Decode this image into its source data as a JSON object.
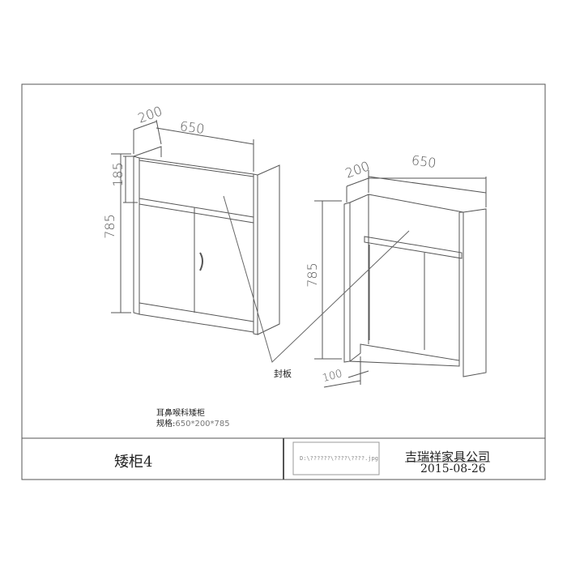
{
  "drawing": {
    "left_cabinet": {
      "width_label": "650",
      "depth_label": "200",
      "height_label": "785",
      "top_label": "185"
    },
    "right_cabinet": {
      "width_label": "650",
      "depth_label": "200",
      "height_label": "785",
      "plinth_label": "100"
    },
    "callout": "封板",
    "product_name": "耳鼻喉科矮柜",
    "spec_label": "规格:",
    "spec_value": "650*200*785"
  },
  "title_block": {
    "title": "矮柜4",
    "image_path": "D:\\??????\\????\\????.jpg",
    "company": "吉瑞祥家具公司",
    "date": "2015-08-26"
  }
}
